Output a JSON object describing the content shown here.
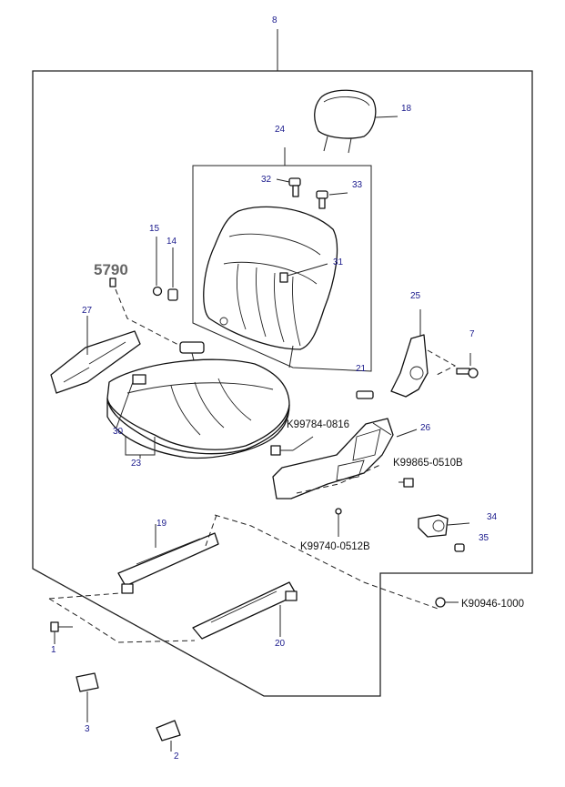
{
  "diagram": {
    "frame_label": "8",
    "reference_code": "5790",
    "callouts": {
      "c1": "1",
      "c2": "2",
      "c3": "3",
      "c7": "7",
      "c14": "14",
      "c15": "15",
      "c18": "18",
      "c19": "19",
      "c20": "20",
      "c21": "21",
      "c23": "23",
      "c24": "24",
      "c25": "25",
      "c26": "26",
      "c27": "27",
      "c30": "30",
      "c31": "31",
      "c32": "32",
      "c33": "33",
      "c34": "34",
      "c35": "35"
    },
    "part_numbers": {
      "p_k99784": "K99784-0816",
      "p_k99865": "K99865-0510B",
      "p_k99740": "K99740-0512B",
      "p_k90946": "K90946-1000"
    }
  }
}
